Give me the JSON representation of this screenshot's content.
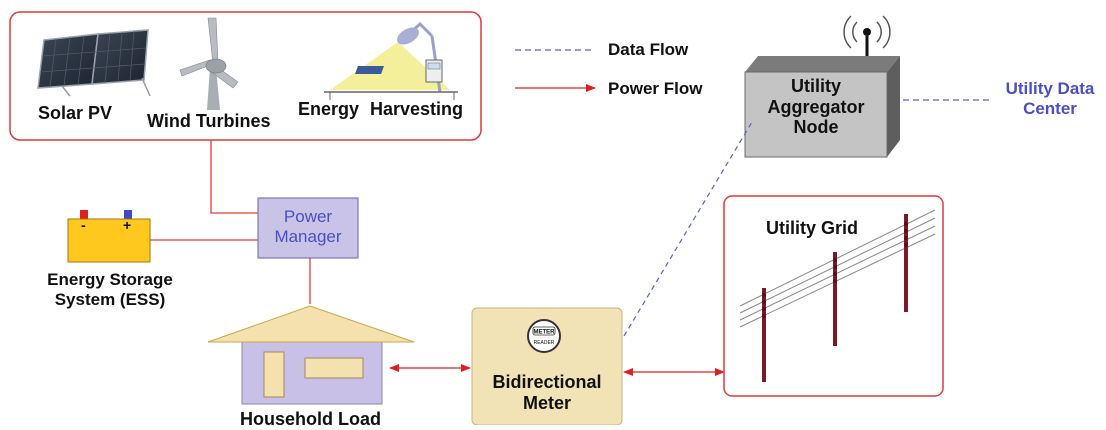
{
  "sources": {
    "solar_label": "Solar PV",
    "wind_label": "Wind Turbines",
    "energy_label": "Energy",
    "harvesting_label": "Harvesting"
  },
  "legend": {
    "data_flow": "Data Flow",
    "power_flow": "Power Flow"
  },
  "aggregator": {
    "line1": "Utility",
    "line2": "Aggregator",
    "line3": "Node"
  },
  "data_center": {
    "line1": "Utility Data",
    "line2": "Center"
  },
  "power_manager": {
    "line1": "Power",
    "line2": "Manager"
  },
  "ess": {
    "line1": "Energy Storage",
    "line2": "System (ESS)",
    "minus": "-",
    "plus": "+"
  },
  "household": {
    "label": "Household Load"
  },
  "meter": {
    "line1": "Bidirectional",
    "line2": "Meter",
    "badge_top": "METER",
    "badge_bottom": "READER"
  },
  "grid": {
    "label": "Utility Grid"
  },
  "colors": {
    "power_line": "#d62020",
    "data_line": "#5a62c8",
    "manager_fill": "#c9c3e8",
    "meter_fill": "#f2e3b6",
    "house_fill": "#c8c0e6",
    "roof_fill": "#f4e1ae",
    "ess_fill": "#ffc81e",
    "pole": "#7a1a28"
  }
}
